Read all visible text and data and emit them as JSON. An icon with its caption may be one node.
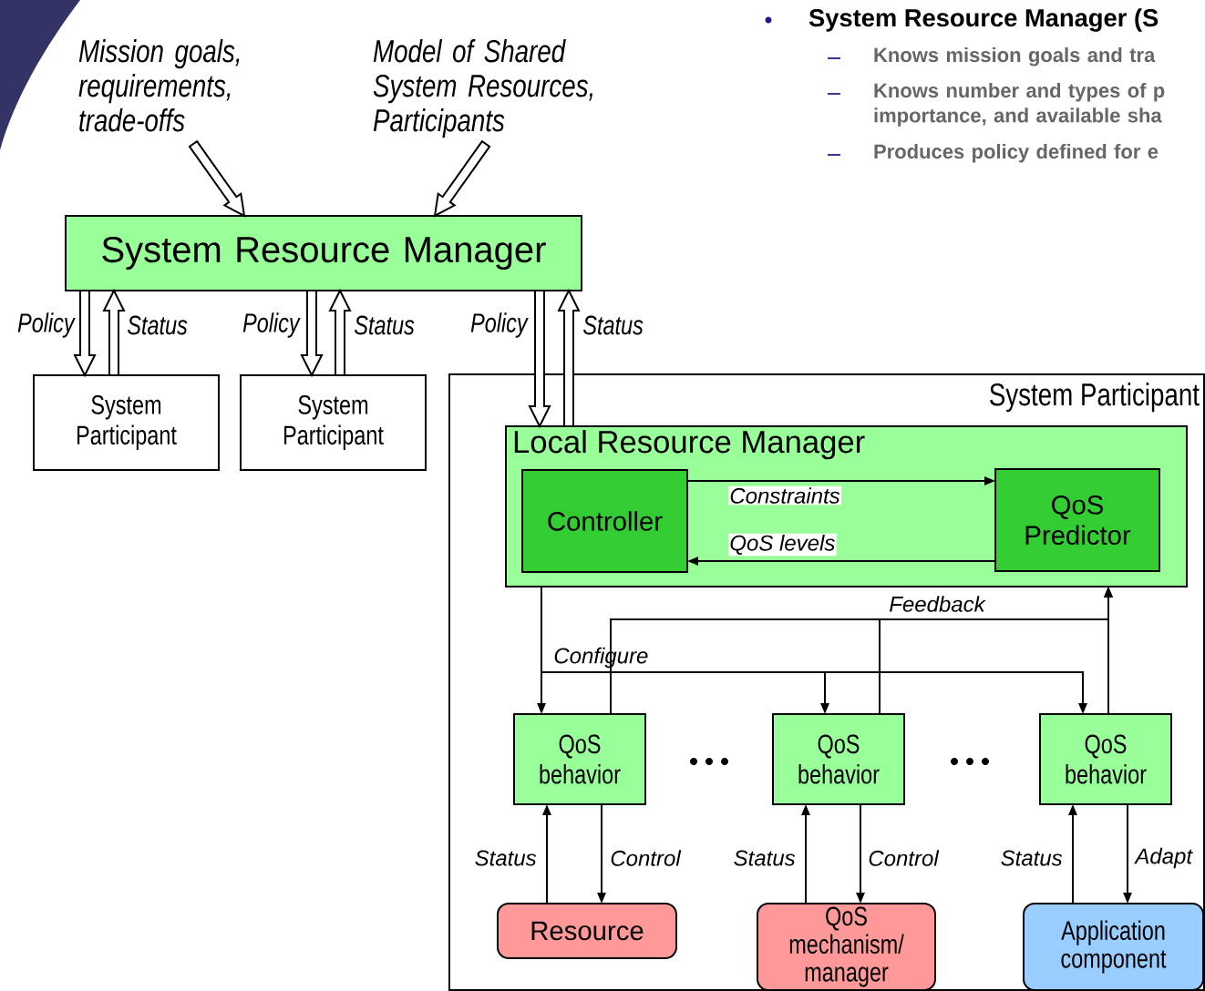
{
  "diagram": {
    "nodes": [
      {
        "text": [
          "Mission goals, requirements, trade-offs"
        ]
      },
      {
        "text": [
          "Model of Shared System Resources, Participants"
        ]
      },
      {
        "text": [
          "System Resource Manager"
        ]
      },
      {
        "text": [
          "System Participant"
        ]
      },
      {
        "text": [
          "System Participant"
        ]
      },
      {
        "text": [
          "System Participant"
        ]
      },
      {
        "text": [
          "Local Resource Manager"
        ],
        "in": 5
      },
      {
        "text": [
          "Controller"
        ],
        "in": 6
      },
      {
        "text": [
          "QoS Predictor"
        ],
        "in": 6
      },
      {
        "text": [
          "QoS behavior"
        ],
        "in": 5
      },
      {
        "text": [
          "QoS behavior"
        ],
        "in": 5
      },
      {
        "text": [
          "QoS behavior"
        ],
        "in": 5
      },
      {
        "text": [
          "Resource"
        ],
        "in": 5
      },
      {
        "text": [
          "QoS mechanism/ manager"
        ],
        "in": 5
      },
      {
        "text": [
          "Application component"
        ],
        "in": 5
      }
    ],
    "edges": [
      {
        "from": 0,
        "to": 2,
        "arrow": "to",
        "style": "thick"
      },
      {
        "from": 1,
        "to": 2,
        "arrow": "to",
        "style": "thick"
      },
      {
        "from": 2,
        "to": 3,
        "arrow": "to",
        "style": "thick",
        "label": "Policy"
      },
      {
        "from": 3,
        "to": 2,
        "arrow": "to",
        "style": "thick",
        "label": "Status"
      },
      {
        "from": 2,
        "to": 4,
        "arrow": "to",
        "style": "thick",
        "label": "Policy"
      },
      {
        "from": 4,
        "to": 2,
        "arrow": "to",
        "style": "thick",
        "label": "Status"
      },
      {
        "from": 2,
        "to": 6,
        "arrow": "to",
        "style": "thick",
        "label": "Policy"
      },
      {
        "from": 6,
        "to": 2,
        "arrow": "to",
        "style": "thick",
        "label": "Status"
      },
      {
        "from": 7,
        "to": 8,
        "arrow": "to",
        "label": "Constraints"
      },
      {
        "from": 8,
        "to": 7,
        "arrow": "to",
        "label": "QoS levels"
      },
      {
        "from": 6,
        "to": 9,
        "arrow": "to",
        "label": "Configure"
      },
      {
        "from": 6,
        "to": 10,
        "arrow": "to"
      },
      {
        "from": 6,
        "to": 11,
        "arrow": "to"
      },
      {
        "from": 9,
        "to": 6,
        "arrow": "to"
      },
      {
        "from": 10,
        "to": 6,
        "arrow": "to",
        "label": "Feedback"
      },
      {
        "from": 11,
        "to": 6,
        "arrow": "to"
      },
      {
        "from": 12,
        "to": 9,
        "arrow": "to",
        "label": "Status"
      },
      {
        "from": 9,
        "to": 12,
        "arrow": "to",
        "label": "Control"
      },
      {
        "from": 13,
        "to": 10,
        "arrow": "to",
        "label": "Status"
      },
      {
        "from": 10,
        "to": 13,
        "arrow": "to",
        "label": "Control"
      },
      {
        "from": 14,
        "to": 11,
        "arrow": "to",
        "label": "Status"
      },
      {
        "from": 11,
        "to": 14,
        "arrow": "to",
        "label": "Adapt"
      }
    ],
    "labels": [
      "System Resource Manager (S",
      "Knows mission goals and tra",
      "Knows number and types of p importance, and available sha",
      "Produces policy defined for e"
    ]
  }
}
